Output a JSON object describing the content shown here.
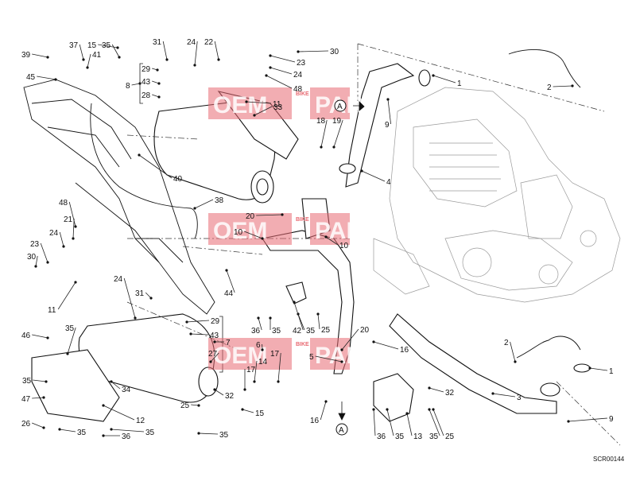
{
  "diagram": {
    "drawing_code": "SCR00144",
    "circle_marker": "A",
    "watermark": {
      "left": "OEM",
      "small": "BIKE",
      "right": "PARTS"
    },
    "callouts": [
      "1",
      "2",
      "3",
      "4",
      "5",
      "6",
      "7",
      "8",
      "9",
      "10",
      "11",
      "12",
      "13",
      "14",
      "15",
      "16",
      "17",
      "18",
      "19",
      "20",
      "21",
      "22",
      "23",
      "24",
      "25",
      "26",
      "27",
      "28",
      "29",
      "30",
      "31",
      "32",
      "33",
      "34",
      "35",
      "36",
      "37",
      "38",
      "39",
      "40",
      "41",
      "42",
      "43",
      "44",
      "45",
      "46",
      "47",
      "48"
    ]
  }
}
